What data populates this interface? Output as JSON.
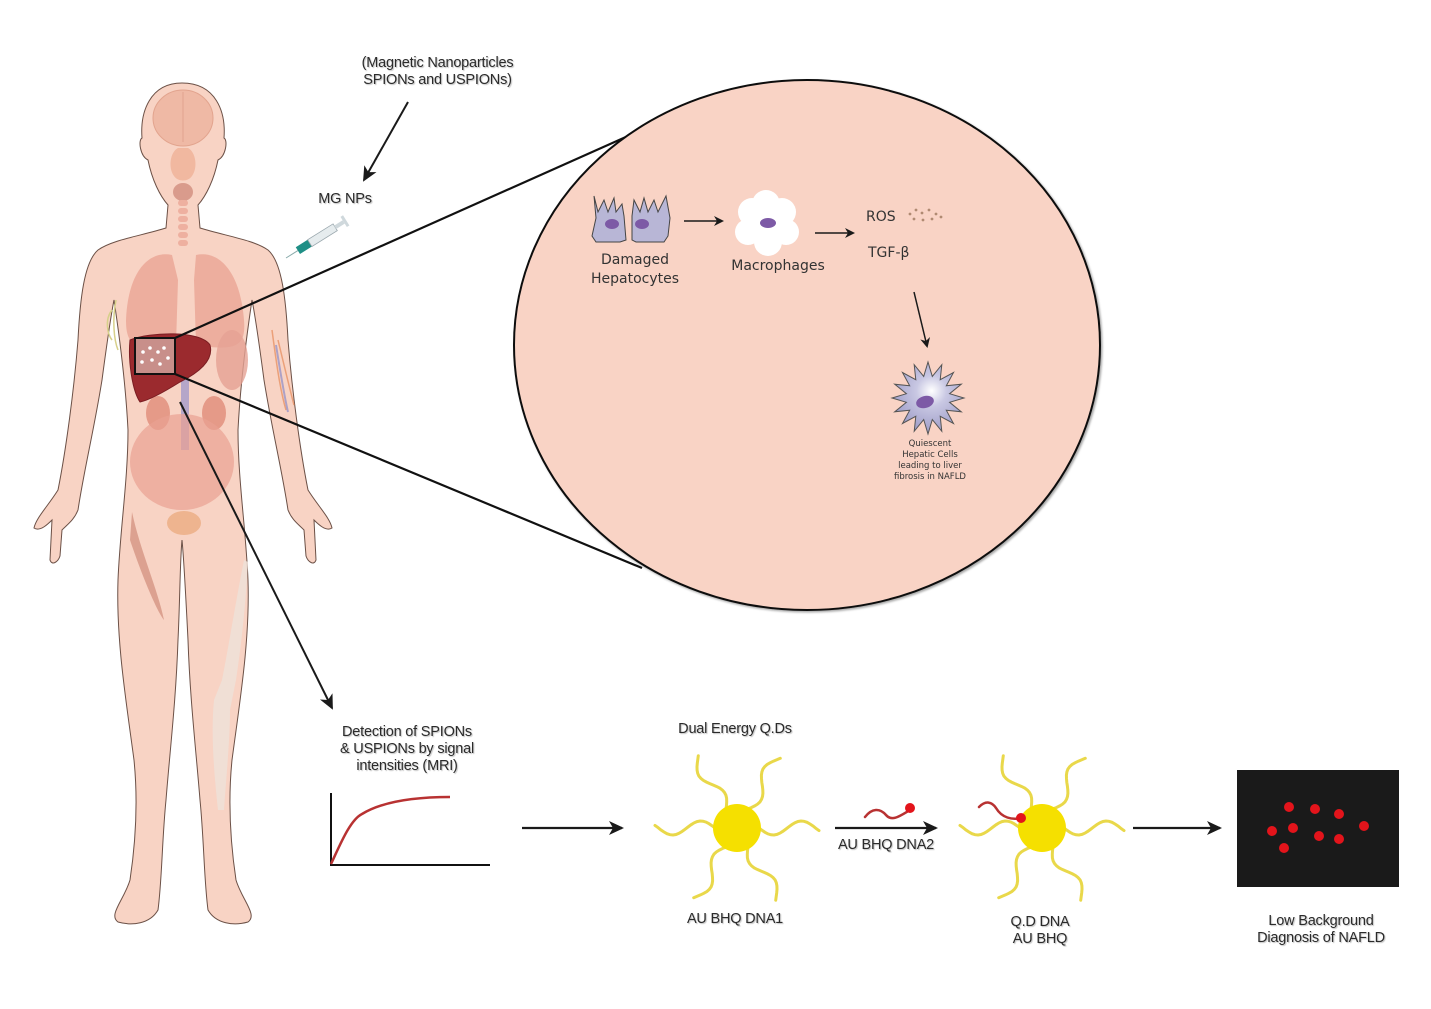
{
  "figure": {
    "title_note_line1": "(Magnetic Nanoparticles",
    "title_note_line2": "SPIONs and USPIONs)",
    "injection_label": "MG NPs",
    "colors": {
      "skin": "#f8d3c4",
      "skin_outline": "#6b5046",
      "organ": "#eaa898",
      "liver": "#9b2a2e",
      "zoom_circle_fill": "#f9d3c5",
      "hepatocyte": "#b8b6d6",
      "nucleus": "#7d5aa6",
      "quantum_dot": "#f5e000",
      "dna_strand": "#e9d84a",
      "quencher": "#e3141b",
      "signal_curve": "#b83232",
      "detection_panel": "#1a1a1a",
      "syringe_fluid": "#1f8f86"
    }
  },
  "zoom_panel": {
    "hepatocytes_line1": "Damaged",
    "hepatocytes_line2": "Hepatocytes",
    "macrophages": "Macrophages",
    "ros": "ROS",
    "tgf": "TGF-β",
    "stellate_line1": "Quiescent",
    "stellate_line2": "Hepatic Cells",
    "stellate_line3": "leading to liver",
    "stellate_line4": "fibrosis in NAFLD"
  },
  "detection": {
    "line1": "Detection of SPIONs",
    "line2": "& USPIONs by signal",
    "line3": "intensities (MRI)"
  },
  "qd1": {
    "title": "Dual Energy Q.Ds",
    "caption": "AU BHQ DNA1"
  },
  "step_arrow_label": "AU BHQ DNA2",
  "qd2": {
    "caption_line1": "Q.D DNA",
    "caption_line2": "AU BHQ"
  },
  "result": {
    "line1": "Low Background",
    "line2": "Diagnosis of NAFLD",
    "signal_dot_count": 9
  }
}
